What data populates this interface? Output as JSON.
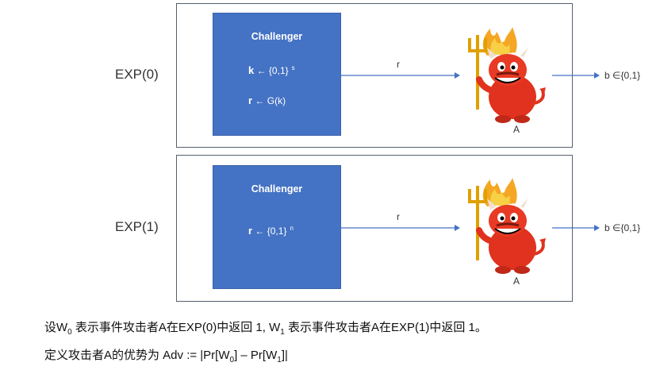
{
  "experiments": [
    {
      "label": "EXP(0)",
      "challenger_title": "Challenger",
      "lines": [
        {
          "var": "k",
          "arrow": "←",
          "rhs": "{0,1}",
          "sup": "s"
        },
        {
          "var": "r",
          "arrow": "←",
          "rhs": "G(k)",
          "sup": ""
        }
      ],
      "message": "r",
      "adversary": "A",
      "output": "b ∈{0,1}"
    },
    {
      "label": "EXP(1)",
      "challenger_title": "Challenger",
      "lines": [
        {
          "var": "r",
          "arrow": "←",
          "rhs": "{0,1}",
          "sup": "n"
        }
      ],
      "message": "r",
      "adversary": "A",
      "output": "b ∈{0,1}"
    }
  ],
  "icons": [
    "devil-adversary-icon"
  ],
  "colors": {
    "challenger_fill": "#4472c4",
    "arrow": "#4472c4",
    "panel_border": "#55606e"
  },
  "caption": {
    "line1_prefix": "设W",
    "line1_sub0": "0",
    "line1_mid": " 表示事件攻击者A在EXP(0)中返回 1,  W",
    "line1_sub1": "1",
    "line1_suffix": " 表示事件攻击者A在EXP(1)中返回 1。",
    "line2_prefix": "定义攻击者A的优势为 Adv := |Pr[W",
    "line2_sub0": "0",
    "line2_mid": "] – Pr[W",
    "line2_sub1": "1",
    "line2_suffix": "]|"
  }
}
